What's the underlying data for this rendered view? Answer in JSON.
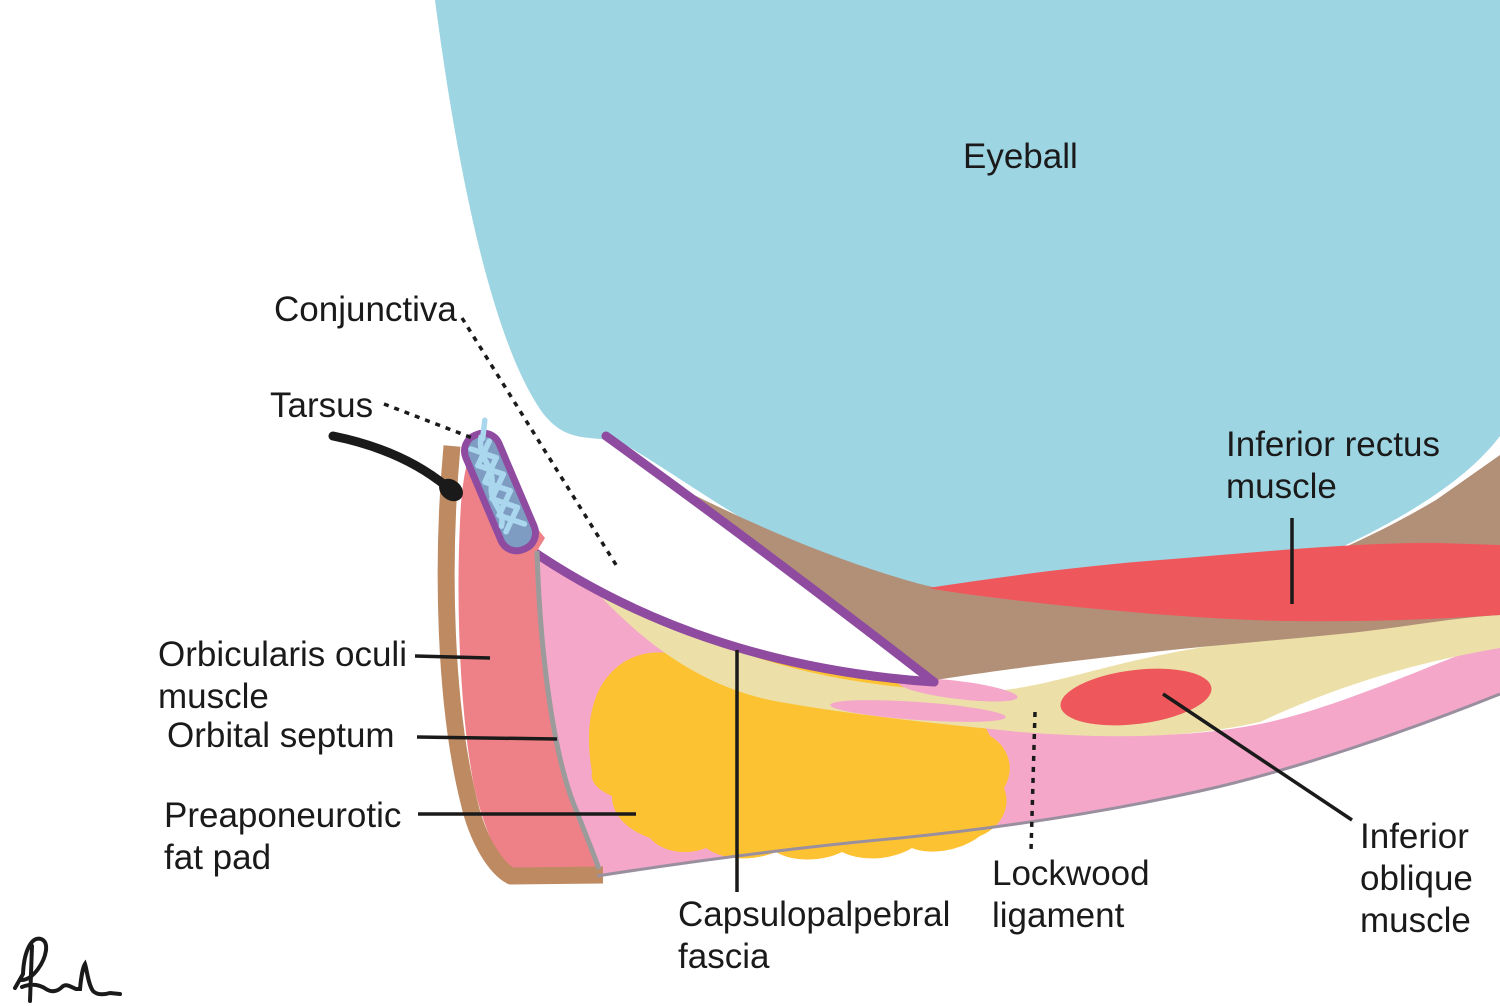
{
  "labels": {
    "eyeball": "Eyeball",
    "conjunctiva": "Conjunctiva",
    "tarsus": "Tarsus",
    "orbicularis_oculi": "Orbicularis oculi\nmuscle",
    "orbital_septum": "Orbital septum",
    "preaponeurotic_fat_pad": "Preaponeurotic\nfat pad",
    "capsulopalpebral_fascia": "Capsulopalpebral\nfascia",
    "lockwood_ligament": "Lockwood\nligament",
    "inferior_rectus_muscle": "Inferior rectus\nmuscle",
    "inferior_oblique_muscle": "Inferior\noblique\nmuscle"
  },
  "colors": {
    "eyeball_blue": "#9ed5e3",
    "sclera_band_brown": "#b29078",
    "skin_brown": "#bd8a62",
    "orbicularis_salmon": "#ee8187",
    "orbit_pink": "#f4a7c9",
    "fat_yellow": "#fdc232",
    "fascia_cream": "#ece0a8",
    "muscle_red": "#ee585d",
    "conjunctiva_purple": "#8e4ba0",
    "tarsus_blue": "#7e9cc2",
    "stitch_blue": "#abd7ee",
    "septum_grey": "#9b9b9b",
    "outline_grey": "#9a8f9f",
    "ink": "#1a1a1a"
  }
}
